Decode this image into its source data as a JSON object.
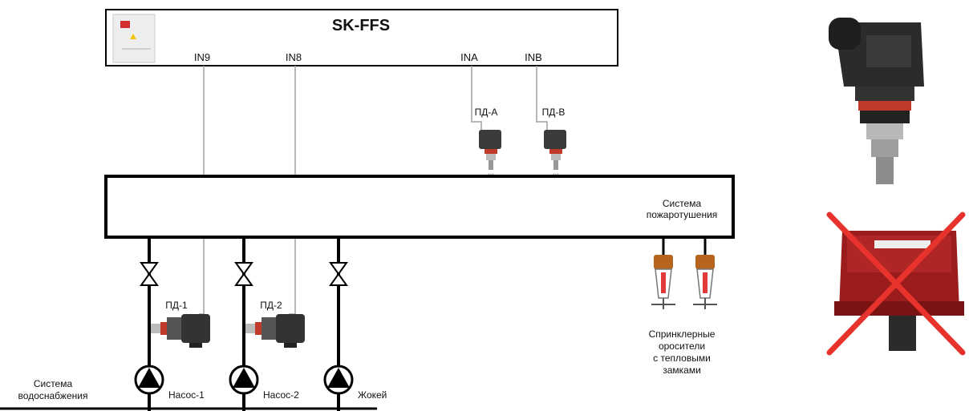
{
  "controller": {
    "title": "SK-FFS",
    "ports": [
      "IN9",
      "IN8",
      "INA",
      "INB"
    ]
  },
  "sensors": {
    "pd_a": "ПД-А",
    "pd_b": "ПД-В",
    "pd_1": "ПД-1",
    "pd_2": "ПД-2"
  },
  "fire_system": {
    "line1": "Система",
    "line2": "пожаротушения"
  },
  "water_supply": {
    "line1": "Система",
    "line2": "водоснабжения"
  },
  "pumps": [
    "Насос-1",
    "Насос-2",
    "Жокей"
  ],
  "sprinklers": {
    "lines": [
      "Спринклерные",
      "оросители",
      "с тепловыми",
      "замками"
    ]
  },
  "colors": {
    "line": "#000000",
    "signal": "#999999",
    "sensor_body": "#3a3a3a",
    "sensor_ring": "#c0392b",
    "sprinkler_cap": "#b5651d",
    "potter_red": "#9b1c1c",
    "cross": "#e8332d"
  },
  "icons": {
    "cabinet": "control-cabinet-icon",
    "sensor": "pressure-sensor-icon",
    "valve": "valve-icon",
    "pump": "pump-icon",
    "sprinkler": "sprinkler-icon",
    "potter": "potter-pressure-switch-image",
    "cross": "red-cross-icon"
  }
}
